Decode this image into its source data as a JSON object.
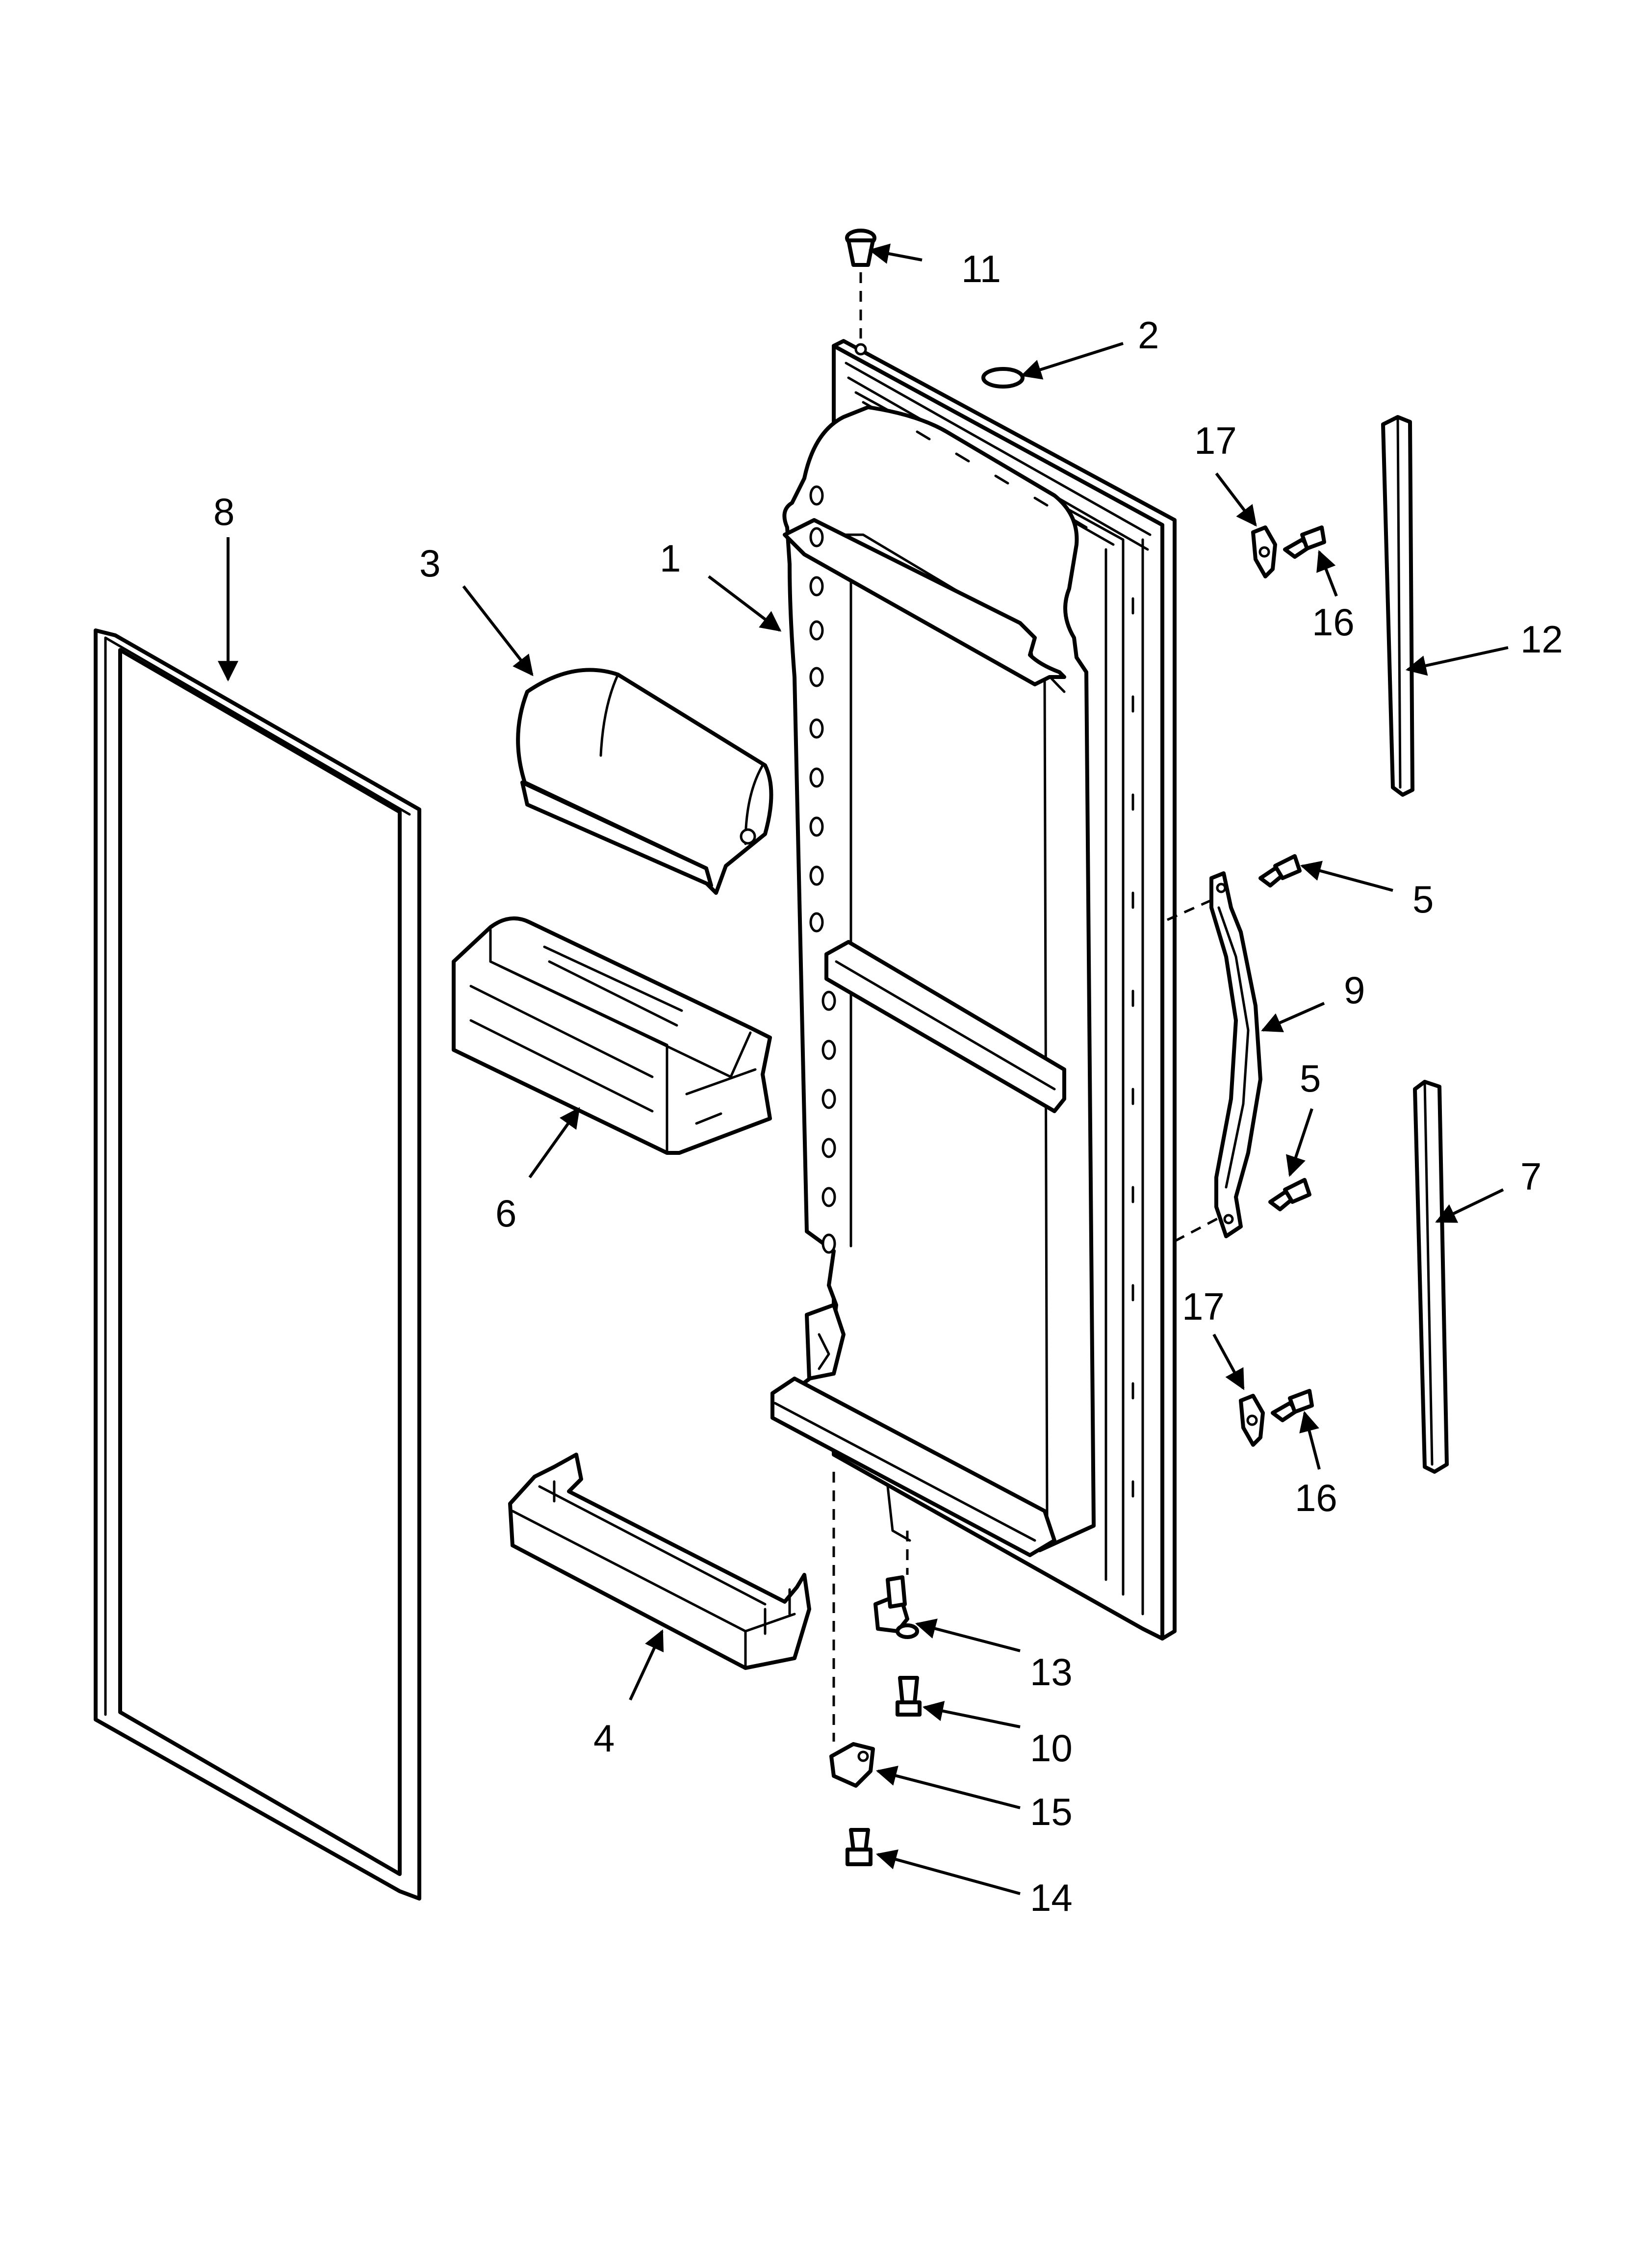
{
  "callouts": [
    {
      "id": "1",
      "text": "1"
    },
    {
      "id": "2",
      "text": "2"
    },
    {
      "id": "3",
      "text": "3"
    },
    {
      "id": "4",
      "text": "4"
    },
    {
      "id": "5a",
      "text": "5"
    },
    {
      "id": "5b",
      "text": "5"
    },
    {
      "id": "6",
      "text": "6"
    },
    {
      "id": "7",
      "text": "7"
    },
    {
      "id": "8",
      "text": "8"
    },
    {
      "id": "9",
      "text": "9"
    },
    {
      "id": "10",
      "text": "10"
    },
    {
      "id": "11",
      "text": "11"
    },
    {
      "id": "12",
      "text": "12"
    },
    {
      "id": "13",
      "text": "13"
    },
    {
      "id": "14",
      "text": "14"
    },
    {
      "id": "15",
      "text": "15"
    },
    {
      "id": "16a",
      "text": "16"
    },
    {
      "id": "16b",
      "text": "16"
    },
    {
      "id": "17a",
      "text": "17"
    },
    {
      "id": "17b",
      "text": "17"
    }
  ]
}
